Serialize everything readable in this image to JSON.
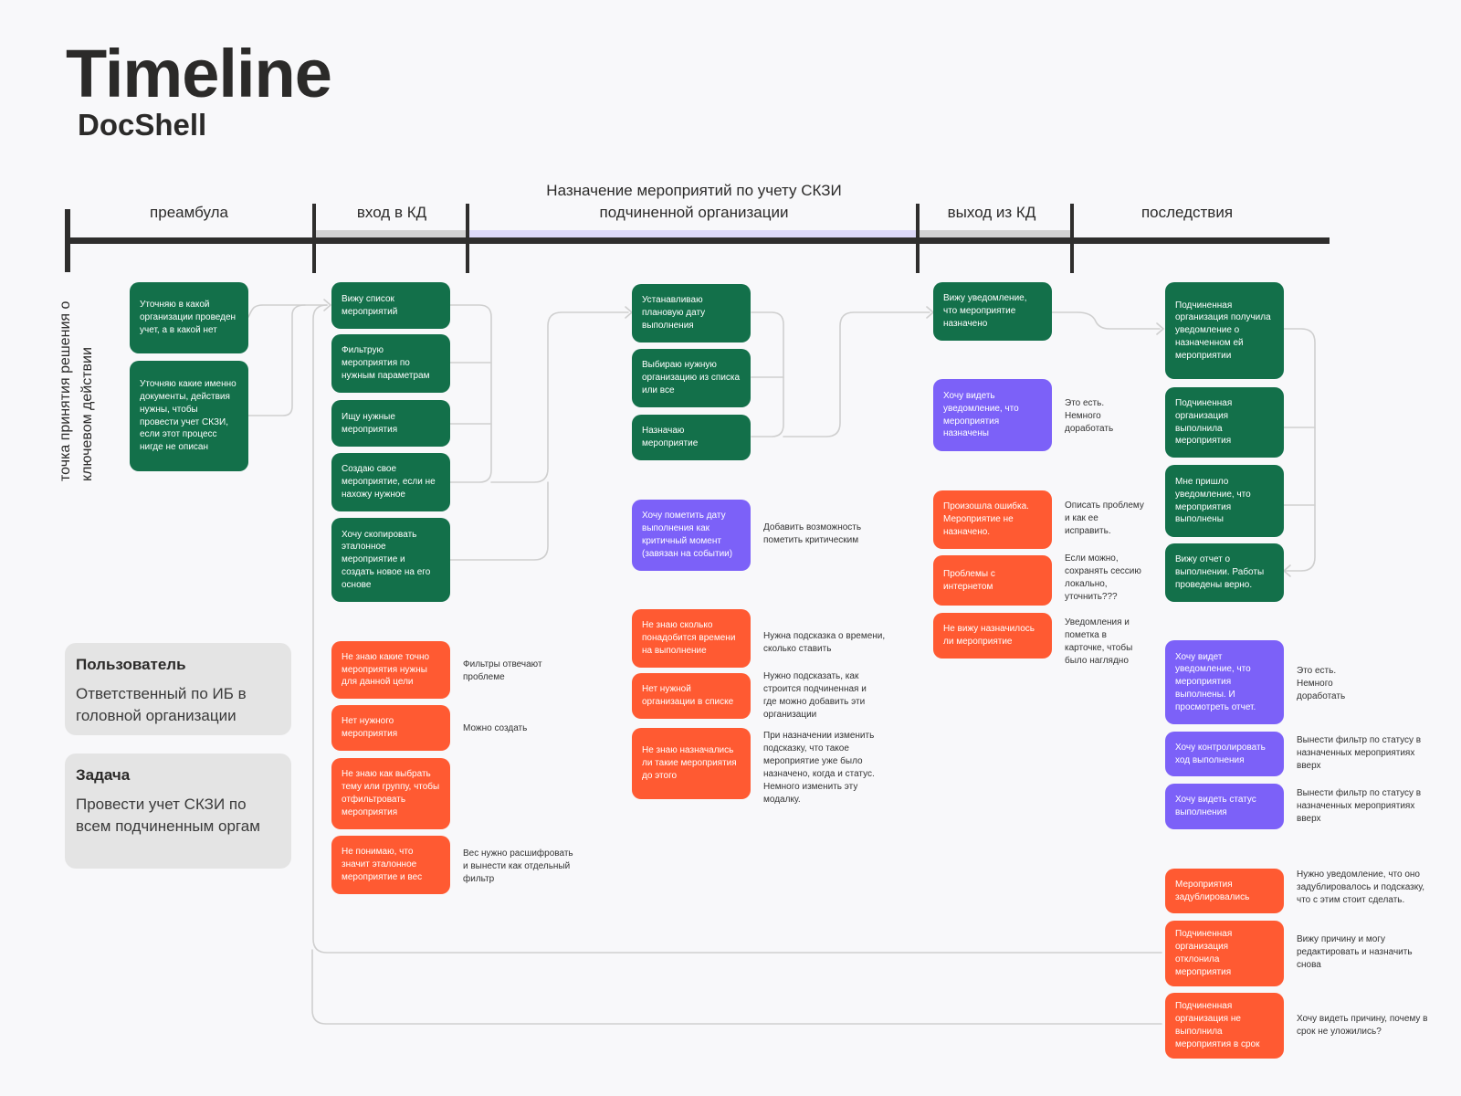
{
  "title": "Timeline",
  "subtitle": "DocShell",
  "side_label": "точка принятия решения о ключевом действии",
  "phases": [
    "преамбула",
    "вход в КД",
    "Назначение мероприятий по учету СКЗИ подчиненной организации",
    "выход из КД",
    "последствия"
  ],
  "info": {
    "user_heading": "Пользователь",
    "user_text": "Ответственный по ИБ в головной организации",
    "task_heading": "Задача",
    "task_text": "Провести учет СКЗИ по всем подчиненным оргам"
  },
  "legend_colors": {
    "action": "#13704a",
    "wish": "#7c61f8",
    "problem": "#ff5a32"
  },
  "preamble": [
    "Уточняю в какой организации проведен учет, а в какой нет",
    "Уточняю какие именно документы, действия нужны, чтобы провести учет СКЗИ, если этот процесс нигде не описан"
  ],
  "entry": {
    "actions": [
      "Вижу список мероприятий",
      "Фильтрую мероприятия по нужным параметрам",
      "Ищу нужные мероприятия",
      "Создаю свое мероприятие, если не нахожу нужное",
      "Хочу скопировать эталонное мероприятие и создать новое на его основе"
    ],
    "problems": [
      "Не знаю какие точно мероприятия нужны для данной цели",
      "Нет нужного мероприятия",
      "Не знаю как выбрать тему или группу, чтобы отфильтровать мероприятия",
      "Не понимаю, что значит эталонное мероприятие и вес"
    ],
    "notes": [
      "Фильтры отвечают проблеме",
      "Можно создать",
      "Вес нужно расшифровать и вынести как отдельный фильтр"
    ]
  },
  "assign": {
    "actions": [
      "Устанавливаю плановую дату выполнения",
      "Выбираю нужную организацию из списка или все",
      "Назначаю мероприятие"
    ],
    "wishes": [
      "Хочу пометить дату выполнения как критичный момент (завязан на событии)"
    ],
    "problems": [
      "Не знаю сколько понадобится времени на выполнение",
      "Нет нужной организации в списке",
      "Не знаю назначались ли такие мероприятия до этого"
    ],
    "notes": [
      "Добавить возможность пометить критическим",
      "Нужна подсказка о времени, сколько ставить",
      "Нужно подсказать, как строится подчиненная и где можно добавить эти организации",
      "При назначении изменить подсказку, что такое мероприятие уже было назначено, когда и статус. Немного изменить эту модалку."
    ]
  },
  "exit": {
    "actions": [
      "Вижу уведомление, что мероприятие назначено"
    ],
    "wishes": [
      "Хочу видеть уведомление, что мероприятия назначены"
    ],
    "problems": [
      "Произошла ошибка. Мероприятие не назначено.",
      "Проблемы с интернетом",
      "Не вижу назначилось ли мероприятие"
    ],
    "notes": [
      "Это есть. Немного доработать",
      "Описать проблему и как ее исправить.",
      "Если можно, сохранять сессию локально, уточнить???",
      "Уведомления и пометка в карточке, чтобы было наглядно"
    ]
  },
  "consequences": {
    "actions": [
      "Подчиненная организация получила уведомление о назначенном ей мероприятии",
      "Подчиненная организация выполнила мероприятия",
      "Мне пришло уведомление, что мероприятия выполнены",
      "Вижу отчет о выполнении. Работы проведены верно."
    ],
    "wishes": [
      "Хочу видет уведомление, что мероприятия выполнены. И просмотреть отчет.",
      "Хочу контролировать ход выполнения",
      "Хочу видеть статус выполнения"
    ],
    "problems": [
      "Мероприятия задублировались",
      "Подчиненная организация отклонила мероприятия",
      "Подчиненная организация не выполнила мероприятия в срок"
    ],
    "notes": [
      "Это есть. Немного доработать",
      "Вынести фильтр по статусу в назначенных мероприятиях вверх",
      "Вынести фильтр по статусу в назначенных мероприятиях вверх",
      "Нужно уведомление, что оно задублировалось и подсказку, что с этим стоит сделать.",
      "Вижу причину и могу редактировать и назначить снова",
      "Хочу видеть причину, почему в срок не уложились?"
    ]
  }
}
